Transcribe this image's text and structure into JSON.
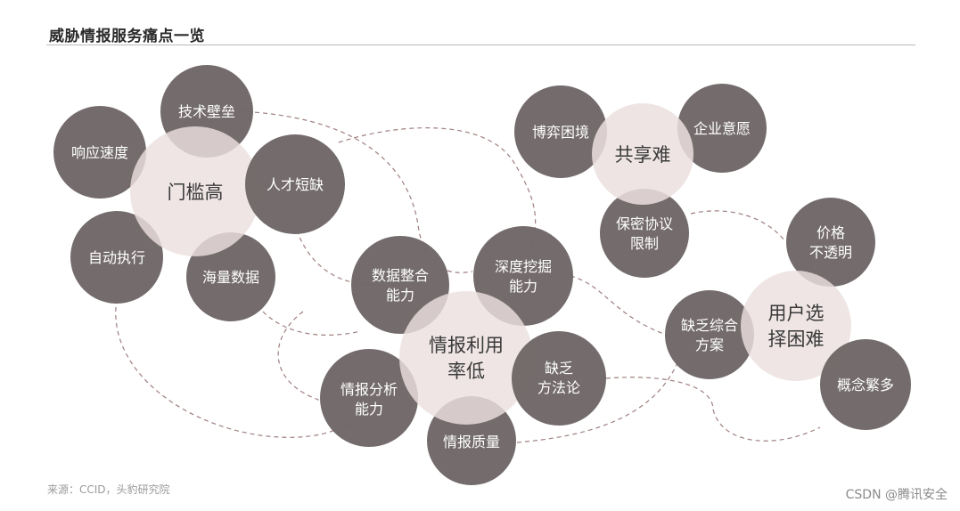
{
  "title": "威胁情报服务痛点一览",
  "source": "来源：CCID，头豹研究院",
  "watermark": "CSDN @腾讯安全",
  "colors": {
    "sub_bubble": "#6e6666",
    "main_bubble": "#ecdfdf",
    "sub_text": "#ffffff",
    "main_text": "#3a3a3a",
    "dashed_line": "#a07f7f"
  },
  "groups": [
    {
      "main": [
        "门槛高"
      ],
      "subs": [
        [
          "技术壁垒"
        ],
        [
          "响应速度"
        ],
        [
          "人才短缺"
        ],
        [
          "自动执行"
        ],
        [
          "海量数据"
        ]
      ]
    },
    {
      "main": [
        "共享难"
      ],
      "subs": [
        [
          "博弈困境"
        ],
        [
          "企业意愿"
        ],
        [
          "保密协议",
          "限制"
        ]
      ]
    },
    {
      "main": [
        "情报利用",
        "率低"
      ],
      "subs": [
        [
          "数据整合",
          "能力"
        ],
        [
          "深度挖掘",
          "能力"
        ],
        [
          "情报分析",
          "能力"
        ],
        [
          "缺乏",
          "方法论"
        ],
        [
          "情报质量"
        ]
      ]
    },
    {
      "main": [
        "用户选",
        "择困难"
      ],
      "subs": [
        [
          "价格",
          "不透明"
        ],
        [
          "缺乏综合",
          "方案"
        ],
        [
          "概念繁多"
        ]
      ]
    }
  ]
}
